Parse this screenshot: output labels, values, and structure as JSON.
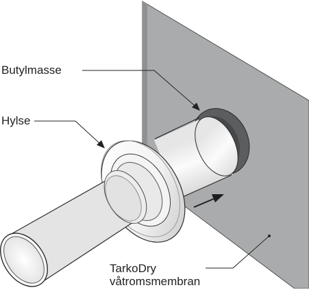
{
  "labels": {
    "butylmasse": "Butylmasse",
    "hylse": "Hylse",
    "membran_line1": "TarkoDry",
    "membran_line2": "våtromsmembran"
  },
  "colors": {
    "wall": "#a9abac",
    "wall_edge": "#4d4d4d",
    "butyl": "#5c5d5f",
    "pipe_light": "#f7f7f7",
    "pipe_shade": "#bdbdbd",
    "outline": "#2a2a2a",
    "text": "#222222"
  }
}
